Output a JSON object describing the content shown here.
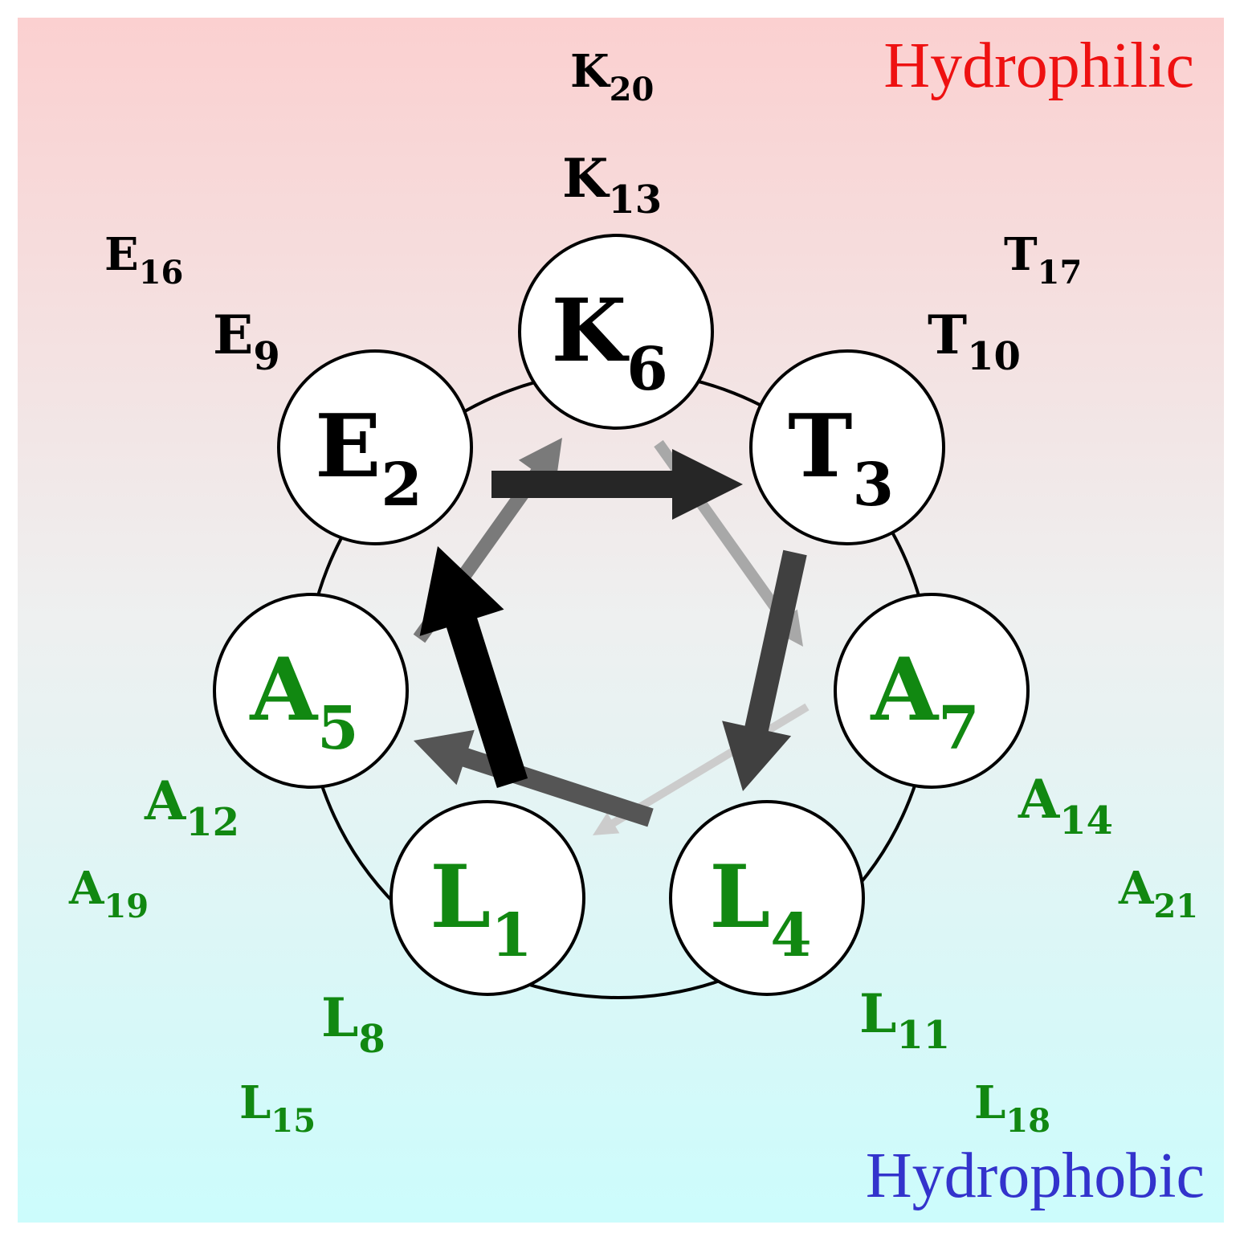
{
  "labels": {
    "hydrophilic": "Hydrophilic",
    "hydrophobic": "Hydrophobic"
  },
  "colors": {
    "hydrophilic_text": "#ee1111",
    "hydrophobic_text": "#3333cc",
    "polar_residue": "#000000",
    "nonpolar_residue": "#118811",
    "background_top": "#fbd0d0",
    "background_bottom": "#ccfcfc"
  },
  "circled_residues": [
    {
      "letter": "L",
      "number": "1",
      "class": "nonpolar"
    },
    {
      "letter": "E",
      "number": "2",
      "class": "polar"
    },
    {
      "letter": "T",
      "number": "3",
      "class": "polar"
    },
    {
      "letter": "L",
      "number": "4",
      "class": "nonpolar"
    },
    {
      "letter": "A",
      "number": "5",
      "class": "nonpolar"
    },
    {
      "letter": "K",
      "number": "6",
      "class": "polar"
    },
    {
      "letter": "A",
      "number": "7",
      "class": "nonpolar"
    }
  ],
  "outer_residues": [
    {
      "letter": "L",
      "number": "8",
      "class": "nonpolar"
    },
    {
      "letter": "E",
      "number": "9",
      "class": "polar"
    },
    {
      "letter": "T",
      "number": "10",
      "class": "polar"
    },
    {
      "letter": "L",
      "number": "11",
      "class": "nonpolar"
    },
    {
      "letter": "A",
      "number": "12",
      "class": "nonpolar"
    },
    {
      "letter": "K",
      "number": "13",
      "class": "polar"
    },
    {
      "letter": "A",
      "number": "14",
      "class": "nonpolar"
    },
    {
      "letter": "L",
      "number": "15",
      "class": "nonpolar"
    },
    {
      "letter": "E",
      "number": "16",
      "class": "polar"
    },
    {
      "letter": "T",
      "number": "17",
      "class": "polar"
    },
    {
      "letter": "L",
      "number": "18",
      "class": "nonpolar"
    },
    {
      "letter": "A",
      "number": "19",
      "class": "nonpolar"
    },
    {
      "letter": "K",
      "number": "20",
      "class": "polar"
    },
    {
      "letter": "A",
      "number": "21",
      "class": "nonpolar"
    }
  ],
  "sequence_arrows": [
    {
      "from": "1",
      "to": "2",
      "shade": "#000000"
    },
    {
      "from": "2",
      "to": "3",
      "shade": "#262626"
    },
    {
      "from": "3",
      "to": "4",
      "shade": "#404040"
    },
    {
      "from": "4",
      "to": "5",
      "shade": "#555555"
    },
    {
      "from": "5",
      "to": "6",
      "shade": "#7a7a7a"
    },
    {
      "from": "6",
      "to": "7",
      "shade": "#a8a8a8"
    },
    {
      "from": "7",
      "to": "1",
      "shade": "#cccccc"
    }
  ]
}
